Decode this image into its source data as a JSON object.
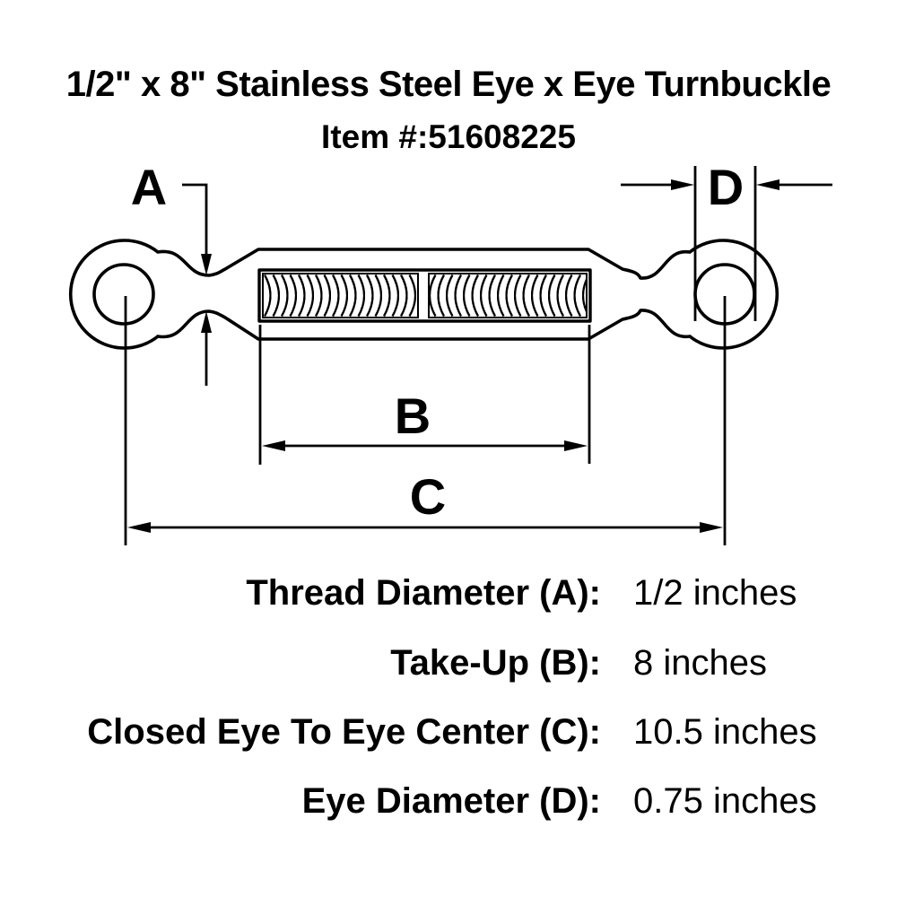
{
  "header": {
    "title": "1/2\" x 8\" Stainless Steel Eye x Eye Turnbuckle",
    "item_number_line": "Item #:51608225"
  },
  "diagram": {
    "description": "eye-x-eye-turnbuckle-line-drawing",
    "labels": {
      "a": "A",
      "b": "B",
      "c": "C",
      "d": "D"
    }
  },
  "specs": {
    "rows": [
      {
        "label": "Thread Diameter (A):",
        "value": "1/2 inches"
      },
      {
        "label": "Take-Up (B):",
        "value": "8 inches"
      },
      {
        "label": "Closed Eye To Eye Center (C):",
        "value": "10.5 inches"
      },
      {
        "label": "Eye Diameter (D):",
        "value": "0.75 inches"
      }
    ]
  },
  "colors": {
    "ink": "#000000",
    "background": "#ffffff"
  }
}
